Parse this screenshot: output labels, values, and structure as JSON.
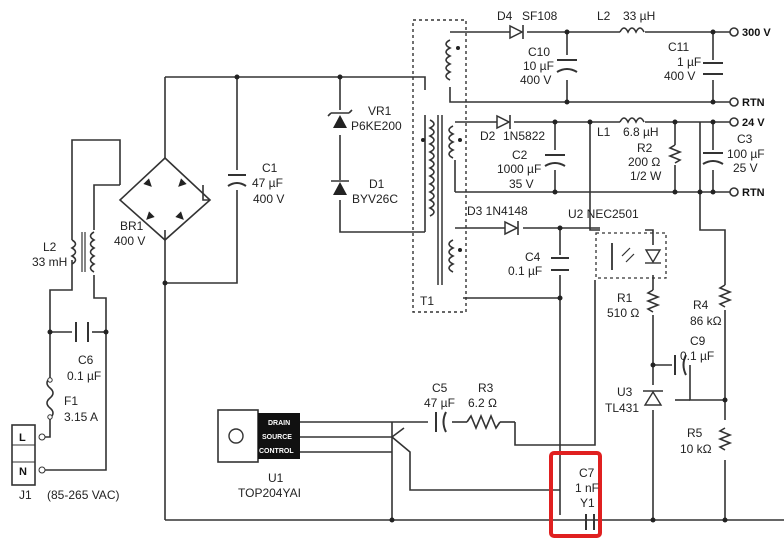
{
  "labels": {
    "d4": "D4",
    "sf108": "SF108",
    "l2_top": "L2",
    "l2_top_val": "33 µH",
    "c10": "C10",
    "c10_v1": "10 µF",
    "c10_v2": "400 V",
    "c11": "C11",
    "c11_v1": "1 µF",
    "c11_v2": "400 V",
    "out_300v": "300 V",
    "rtn1": "RTN",
    "out_24v": "24 V",
    "rtn2": "RTN",
    "d2": "D2",
    "d2_part": "1N5822",
    "c2": "C2",
    "c2_v1": "1000 µF",
    "c2_v2": "35 V",
    "l1": "L1",
    "l1_val": "6.8 µH",
    "r2": "R2",
    "r2_v1": "200 Ω",
    "r2_v2": "1/2 W",
    "c3": "C3",
    "c3_v1": "100 µF",
    "c3_v2": "25 V",
    "vr1": "VR1",
    "vr1_part": "P6KE200",
    "d1": "D1",
    "d1_part": "BYV26C",
    "c1": "C1",
    "c1_v1": "47 µF",
    "c1_v2": "400 V",
    "br1": "BR1",
    "br1_v": "400 V",
    "l2_left": "L2",
    "l2_left_val": "33 mH",
    "d3": "D3 1N4148",
    "u2": "U2 NEC2501",
    "c4": "C4",
    "c4_v": "0.1 µF",
    "t1": "T1",
    "r1": "R1",
    "r1_v": "510 Ω",
    "r4": "R4",
    "r4_v": "86 kΩ",
    "c9": "C9",
    "c9_v": "0.1 µF",
    "u3": "U3",
    "u3_part": "TL431",
    "r5": "R5",
    "r5_v": "10 kΩ",
    "c6": "C6",
    "c6_v": "0.1 µF",
    "f1": "F1",
    "f1_v": "3.15 A",
    "c5": "C5",
    "c5_v": "47 µF",
    "r3": "R3",
    "r3_v": "6.2 Ω",
    "drain": "DRAIN",
    "source": "SOURCE",
    "control": "CONTROL",
    "u1": "U1",
    "u1_part": "TOP204YAI",
    "c7": "C7",
    "c7_v": "1 nF",
    "c7_y": "Y1",
    "j1": "J1",
    "vac": "(85-265 VAC)",
    "pin_l": "L",
    "pin_n": "N"
  },
  "highlight_color": "#e02020"
}
